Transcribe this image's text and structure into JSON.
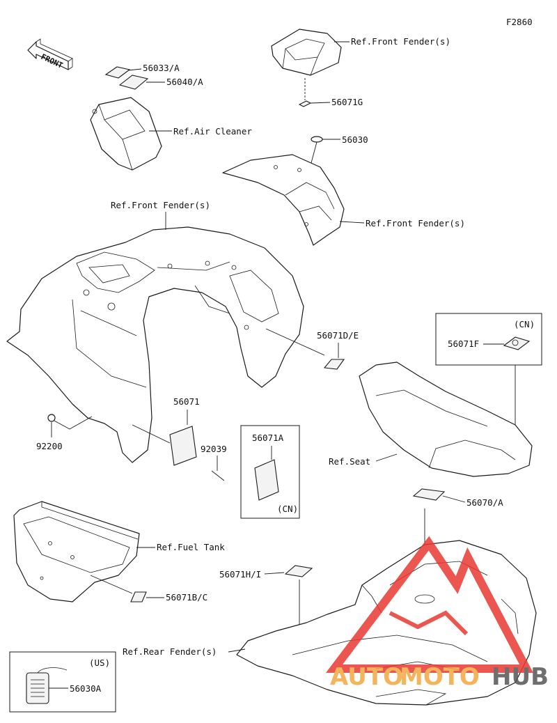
{
  "figure_code": "F2860",
  "front_arrow_text": "FRONT",
  "labels": {
    "p56033A": "56033/A",
    "p56040A": "56040/A",
    "air_cleaner": "Ref.Air Cleaner",
    "front_fender_top": "Ref.Front Fender(s)",
    "p56071G": "56071G",
    "p56030": "56030",
    "front_fender_right": "Ref.Front Fender(s)",
    "front_fender_main": "Ref.Front Fender(s)",
    "p56071DE": "56071D/E",
    "p56071": "56071",
    "p92039": "92039",
    "p92200": "92200",
    "p56071A": "56071A",
    "cn_1": "(CN)",
    "cn_2": "(CN)",
    "p56071F": "56071F",
    "seat": "Ref.Seat",
    "p56070A": "56070/A",
    "fuel_tank": "Ref.Fuel Tank",
    "p56071BC": "56071B/C",
    "p56071HI": "56071H/I",
    "rear_fender": "Ref.Rear Fender(s)",
    "us": "(US)",
    "p56030A": "56030A"
  },
  "watermark": {
    "part1": "AUTO",
    "part2": "MOTO",
    "part3": "HUB",
    "color_main": "#f4a640",
    "color_accent": "#e83a32",
    "color_dark": "#555555"
  }
}
